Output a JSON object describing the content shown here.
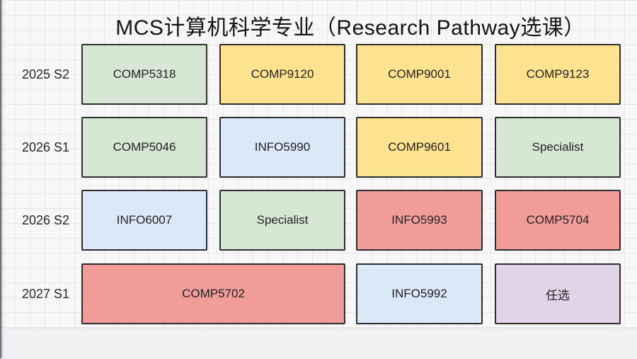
{
  "title": "MCS计算机科学专业（Research Pathway选课）",
  "palette": {
    "green": "#d6e8d3",
    "yellow": "#fde28f",
    "blue": "#dbe8f7",
    "red": "#f19c99",
    "purple": "#e2d4e8",
    "border": "#2e2e2e"
  },
  "rows": [
    {
      "label": "2025 S2",
      "courses": [
        {
          "label": "COMP5318",
          "fill": "#d6e8d3"
        },
        {
          "label": "COMP9120",
          "fill": "#fde28f"
        },
        {
          "label": "COMP9001",
          "fill": "#fde28f"
        },
        {
          "label": "COMP9123",
          "fill": "#fde28f"
        }
      ]
    },
    {
      "label": "2026 S1",
      "courses": [
        {
          "label": "COMP5046",
          "fill": "#d6e8d3"
        },
        {
          "label": "INFO5990",
          "fill": "#dbe8f7"
        },
        {
          "label": "COMP9601",
          "fill": "#fde28f"
        },
        {
          "label": "Specialist",
          "fill": "#d6e8d3"
        }
      ]
    },
    {
      "label": "2026 S2",
      "courses": [
        {
          "label": "INFO6007",
          "fill": "#dbe8f7"
        },
        {
          "label": "Specialist",
          "fill": "#d6e8d3"
        },
        {
          "label": "INFO5993",
          "fill": "#f19c99"
        },
        {
          "label": "COMP5704",
          "fill": "#f19c99"
        }
      ]
    },
    {
      "label": "2027 S1",
      "courses": [
        {
          "label": "COMP5702",
          "fill": "#f19c99"
        },
        {
          "label": "INFO5992",
          "fill": "#dbe8f7"
        },
        {
          "label": "任选",
          "fill": "#e2d4e8"
        }
      ]
    }
  ]
}
